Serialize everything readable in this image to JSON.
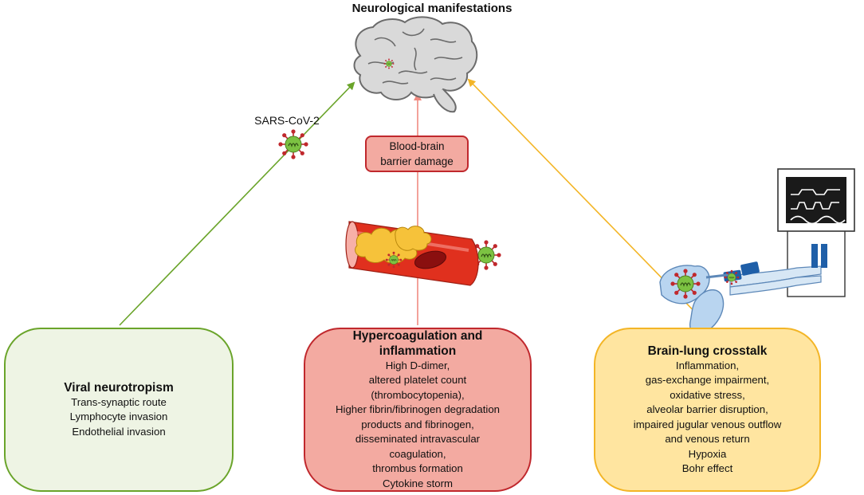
{
  "title": "Neurological manifestations",
  "virus_label": "SARS-CoV-2",
  "bbb_box": {
    "lines": [
      "Blood-brain",
      "barrier damage"
    ]
  },
  "boxes": [
    {
      "title": [
        "Viral neurotropism"
      ],
      "lines": [
        "Trans-synaptic route",
        "Lymphocyte invasion",
        "Endothelial invasion"
      ]
    },
    {
      "title": [
        "Hypercoagulation and",
        "inflammation"
      ],
      "lines": [
        "High D-dimer,",
        "altered platelet count",
        "(thrombocytopenia),",
        "Higher fibrin/fibrinogen degradation",
        "products and fibrinogen,",
        "disseminated intravascular",
        "coagulation,",
        "thrombus formation",
        "Cytokine storm"
      ]
    },
    {
      "title": [
        "Brain-lung crosstalk"
      ],
      "lines": [
        "Inflammation,",
        "gas-exchange impairment,",
        "oxidative stress,",
        "alveolar barrier disruption,",
        "impaired jugular venous outflow",
        "and venous return",
        "Hypoxia",
        "Bohr effect"
      ]
    }
  ],
  "colors": {
    "green": "#6aa42a",
    "green_fill": "#eef4e4",
    "red": "#c0282d",
    "red_fill": "#f3aaa1",
    "red_arrow": "#f08a80",
    "yellow": "#f3b526",
    "yellow_fill": "#ffe5a0",
    "brain_fill": "#d9d9d9",
    "brain_stroke": "#6b6b6b",
    "virus_body": "#7cc242",
    "virus_spike": "#c0282d",
    "lung_fill": "#b9d5f0",
    "tube_blue": "#1f5fa8"
  }
}
